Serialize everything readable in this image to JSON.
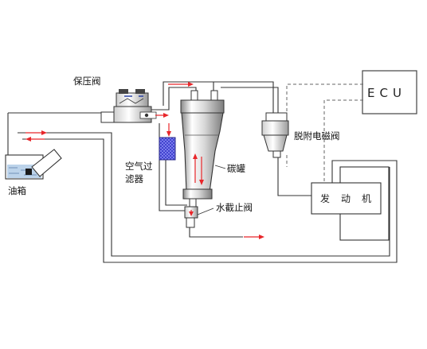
{
  "labels": {
    "ecu": "ECU",
    "pressure_valve": "保压阀",
    "tank": "油箱",
    "air_filter_line1": "空气过",
    "air_filter_line2": "滤器",
    "canister": "碳罐",
    "water_stop_valve": "水截止阀",
    "desorption_valve": "脱附电磁阀",
    "engine_chars": [
      "发",
      "动",
      "机"
    ]
  },
  "colors": {
    "flow_arrow": "#e8262a",
    "pipe": "#333333",
    "signal_line": "#666666",
    "filter_fill": "#3a3acb",
    "tank_liquid": "#bcd3ea"
  },
  "icons": {
    "flow": "red-arrow",
    "filter": "crosshatch-block",
    "valve": "solenoid-valve"
  }
}
